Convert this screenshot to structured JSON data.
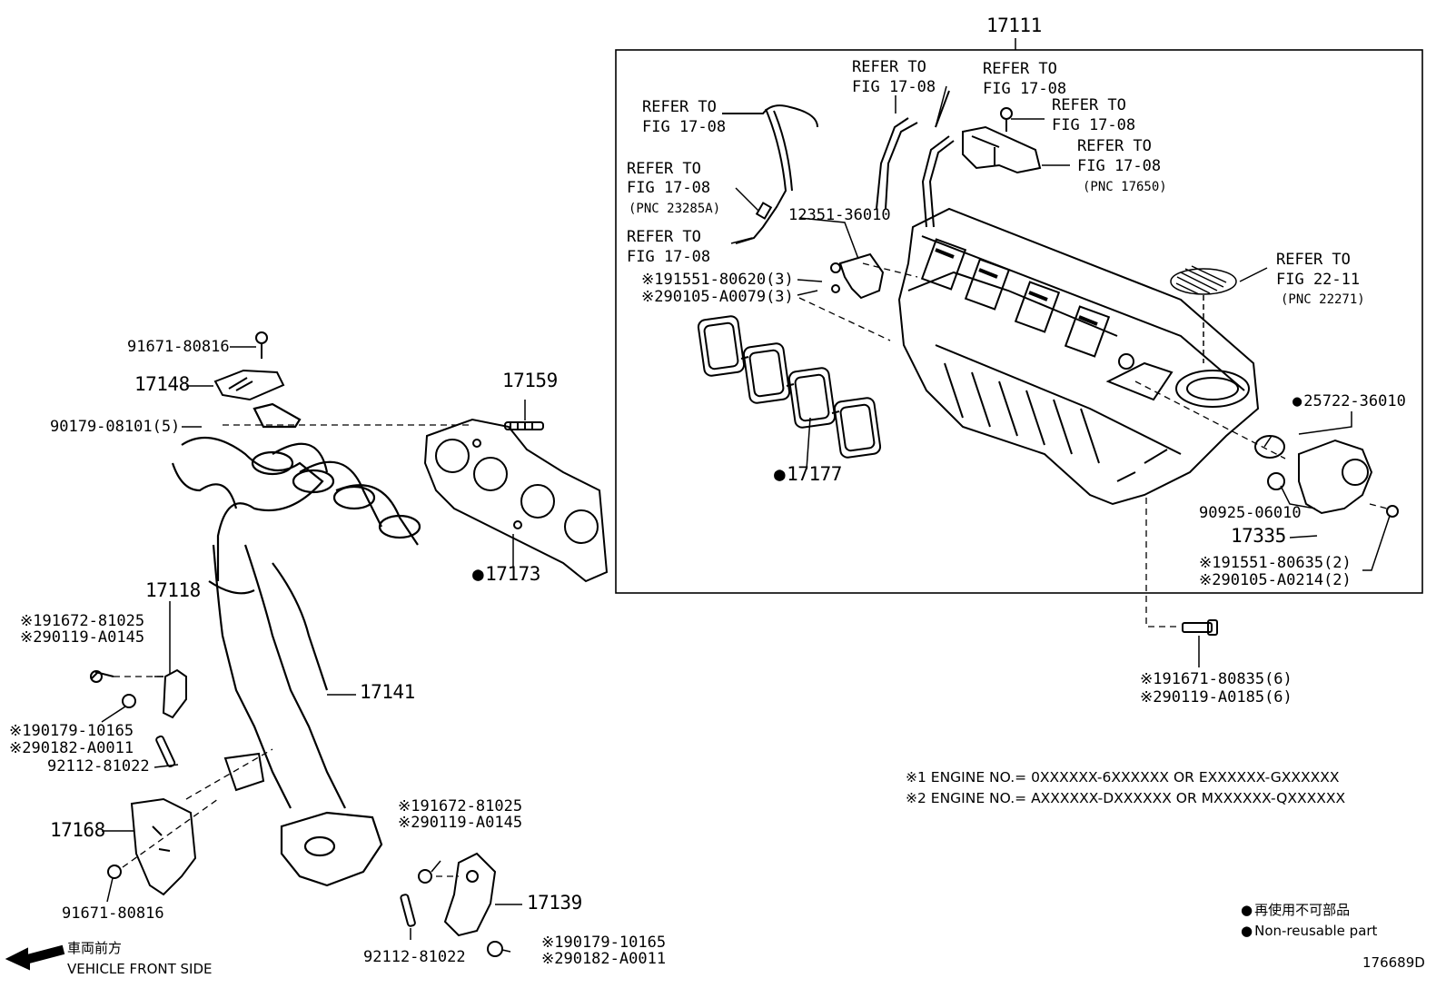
{
  "assembly_no": "17111",
  "refs": {
    "r1": "REFER TO",
    "r1b": "FIG 17-08",
    "r2": "REFER TO",
    "r2b": "FIG 17-08",
    "r2c": "(PNC 23285A)",
    "r3": "REFER TO",
    "r3b": "FIG 17-08",
    "r4": "REFER TO",
    "r4b": "FIG 17-08",
    "r5": "REFER TO",
    "r5b": "FIG 17-08",
    "r6": "REFER TO",
    "r6b": "FIG 17-08",
    "r7": "REFER TO",
    "r7b": "FIG 17-08",
    "r7c": "(PNC 17650)",
    "r8": "REFER TO",
    "r8b": "FIG 22-11",
    "r8c": "(PNC 22271)"
  },
  "parts": {
    "p12351": "12351-36010",
    "p191551a": "※191551-80620(3)",
    "p290105a": "※290105-A0079(3)",
    "p17177": "17177",
    "p25722": "25722-36010",
    "p90925": "90925-06010",
    "p17335": "17335",
    "p191551b": "※191551-80635(2)",
    "p290105b": "※290105-A0214(2)",
    "p191671": "※191671-80835(6)",
    "p290119a": "※290119-A0185(6)",
    "p91671a": "91671-80816",
    "p17148": "17148",
    "p90179a": "90179-08101(5)",
    "p17159": "17159",
    "p17173": "17173",
    "p17118": "17118",
    "p191672a": "※191672-81025",
    "p290119b": "※290119-A0145",
    "p190179a": "※190179-10165",
    "p290182a": "※290182-A0011",
    "p92112a": "92112-81022",
    "p17141": "17141",
    "p17168": "17168",
    "p91671b": "91671-80816",
    "p191672b": "※191672-81025",
    "p290119c": "※290119-A0145",
    "p17139": "17139",
    "p190179b": "※190179-10165",
    "p290182b": "※290182-A0011",
    "p92112b": "92112-81022"
  },
  "notes": {
    "n1": "※1 ENGINE NO.= 0XXXXXX-6XXXXXX OR EXXXXXX-GXXXXXX",
    "n2": "※2 ENGINE NO.= AXXXXXX-DXXXXXX OR MXXXXXX-QXXXXXX"
  },
  "legend": {
    "jp": "再使用不可部品",
    "en": "Non-reusable part"
  },
  "front": {
    "jp": "車両前方",
    "en": "VEHICLE FRONT SIDE"
  },
  "fig_id": "176689D"
}
